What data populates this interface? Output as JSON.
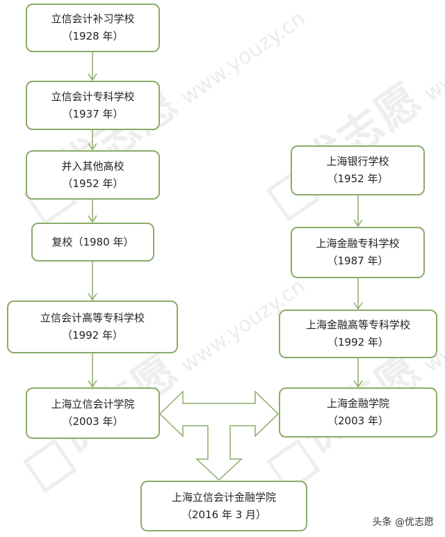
{
  "watermark": {
    "brand": "优志愿",
    "url": "www.youzy.cn"
  },
  "left_column": [
    {
      "name": "立信会计补习学校",
      "date": "（1928 年）"
    },
    {
      "name": "立信会计专科学校",
      "date": "（1937 年）"
    },
    {
      "name": "并入其他高校",
      "date": "（1952 年）"
    },
    {
      "name": "复校（1980 年）",
      "date": ""
    },
    {
      "name": "立信会计高等专科学校",
      "date": "（1992 年）"
    },
    {
      "name": "上海立信会计学院",
      "date": "（2003 年）"
    }
  ],
  "right_column": [
    {
      "name": "上海银行学校",
      "date": "（1952 年）"
    },
    {
      "name": "上海金融专科学校",
      "date": "（1987 年）"
    },
    {
      "name": "上海金融高等专科学校",
      "date": "（1992 年）"
    },
    {
      "name": "上海金融学院",
      "date": "（2003 年）"
    }
  ],
  "merged": {
    "name": "上海立信会计金融学院",
    "date": "（2016 年 3 月）"
  },
  "footer": {
    "credit": "头条 @优志愿"
  },
  "colors": {
    "border": "#8aab68",
    "watermark": "#eeeeee"
  }
}
